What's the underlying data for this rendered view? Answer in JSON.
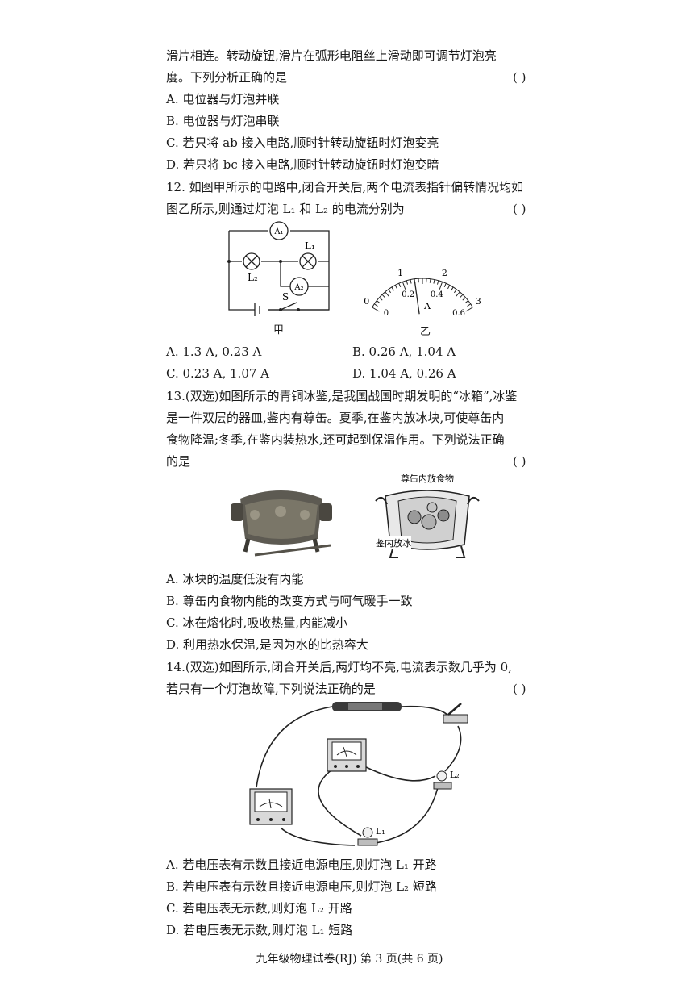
{
  "q11": {
    "line1": "滑片相连。转动旋钮,滑片在弧形电阻丝上滑动即可调节灯泡亮",
    "line2": "度。下列分析正确的是",
    "paren": "(    )",
    "options": [
      "A. 电位器与灯泡并联",
      "B. 电位器与灯泡串联",
      "C. 若只将 ab 接入电路,顺时针转动旋钮时灯泡变亮",
      "D. 若只将 bc 接入电路,顺时针转动旋钮时灯泡变暗"
    ]
  },
  "q12": {
    "line1": "12. 如图甲所示的电路中,闭合开关后,两个电流表指针偏转情况均如",
    "line2": "图乙所示,则通过灯泡 L₁ 和 L₂ 的电流分别为",
    "paren": "(    )",
    "circuit_labels": {
      "a1": "A₁",
      "a2": "A₂",
      "l1": "L₁",
      "l2": "L₂",
      "s": "S"
    },
    "meter": {
      "outer_ticks": [
        "0",
        "1",
        "2",
        "3"
      ],
      "inner_ticks": [
        "0",
        "0.2",
        "0.4",
        "0.6"
      ],
      "unit": "A",
      "needle_value_inner": 0.26
    },
    "fig_a_caption": "甲",
    "fig_b_caption": "乙",
    "options": {
      "a": "A. 1.3 A, 0.23 A",
      "b": "B. 0.26 A, 1.04 A",
      "c": "C. 0.23 A, 1.07 A",
      "d": "D. 1.04 A, 0.26 A"
    }
  },
  "q13": {
    "line1": "13.(双选)如图所示的青铜冰鉴,是我国战国时期发明的“冰箱”,冰鉴",
    "line2": "是一件双层的器皿,鉴内有尊缶。夏季,在鉴内放冰块,可使尊缶内",
    "line3": "食物降温;冬季,在鉴内装热水,还可起到保温作用。下列说法正确",
    "line4": "的是",
    "paren": "(    )",
    "label_top": "尊缶内放食物",
    "label_bottom": "鉴内放冰",
    "options": [
      "A. 冰块的温度低没有内能",
      "B. 尊缶内食物内能的改变方式与呵气暖手一致",
      "C. 冰在熔化时,吸收热量,内能减小",
      "D. 利用热水保温,是因为水的比热容大"
    ]
  },
  "q14": {
    "line1": "14.(双选)如图所示,闭合开关后,两灯均不亮,电流表示数几乎为 0,",
    "line2": "若只有一个灯泡故障,下列说法正确的是",
    "paren": "(    )",
    "l1": "L₁",
    "l2": "L₂",
    "options": [
      "A. 若电压表有示数且接近电源电压,则灯泡 L₁ 开路",
      "B. 若电压表有示数且接近电源电压,则灯泡 L₂ 短路",
      "C. 若电压表无示数,则灯泡 L₂ 开路",
      "D. 若电压表无示数,则灯泡 L₁ 短路"
    ]
  },
  "footer": "九年级物理试卷(RJ)  第 3 页(共 6 页)"
}
